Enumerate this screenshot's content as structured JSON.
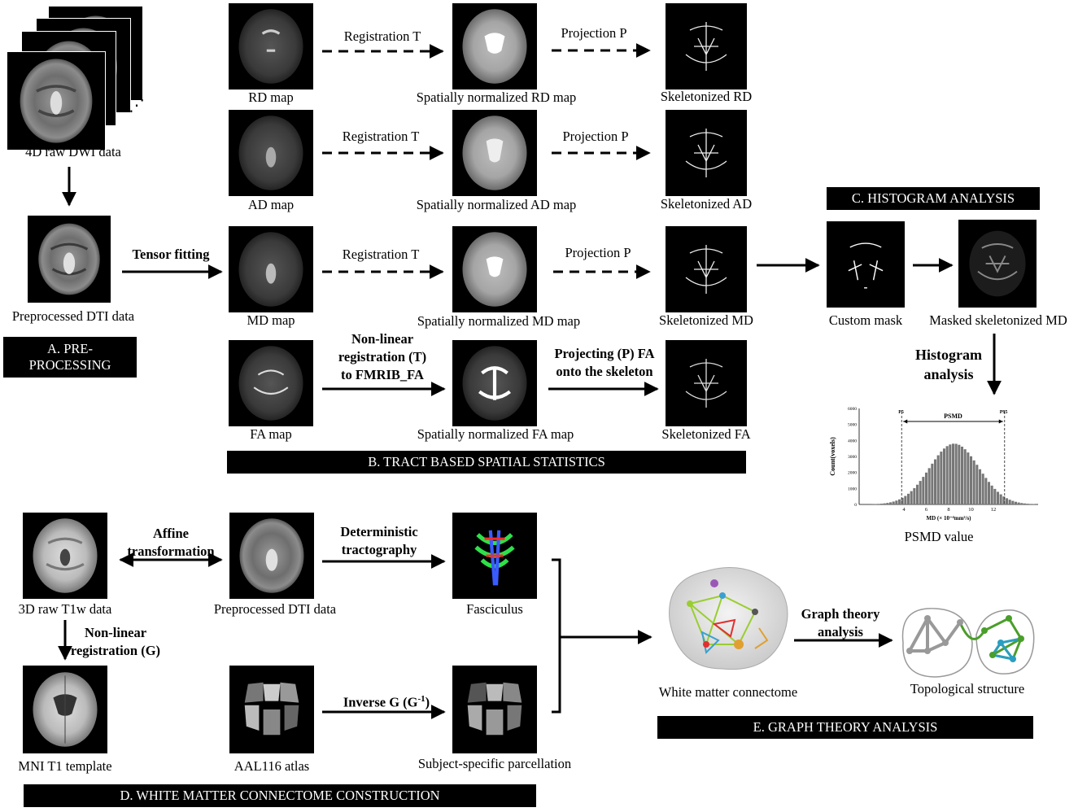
{
  "section_a": {
    "raw_label": "4D raw DWI data",
    "preprocessed_label": "Preprocessed DTI data",
    "band": "A. PRE-\nPROCESSING"
  },
  "tensor_fitting": "Tensor fitting",
  "section_b": {
    "rows": [
      {
        "map": "RD map",
        "reg": "Registration T",
        "normalized": "Spatially normalized RD map",
        "proj": "Projection P",
        "skeleton": "Skeletonized RD"
      },
      {
        "map": "AD map",
        "reg": "Registration T",
        "normalized": "Spatially normalized AD map",
        "proj": "Projection P",
        "skeleton": "Skeletonized AD"
      },
      {
        "map": "MD map",
        "reg": "Registration T",
        "normalized": "Spatially normalized MD map",
        "proj": "Projection P",
        "skeleton": "Skeletonized MD"
      },
      {
        "map": "FA map",
        "reg": "Non-linear\nregistration (T)\nto FMRIB_FA",
        "normalized": "Spatially normalized FA map",
        "proj": "Projecting (P) FA\nonto the skeleton",
        "skeleton": "Skeletonized FA"
      }
    ],
    "band": "B. TRACT BASED SPATIAL STATISTICS"
  },
  "section_c": {
    "band": "C. HISTOGRAM ANALYSIS",
    "mask_label": "Custom mask",
    "masked_label": "Masked skeletonized MD",
    "hist_step": "Histogram\nanalysis",
    "psmd_value": "PSMD value"
  },
  "chart_data": {
    "type": "bar",
    "title": "",
    "xlabel": "MD (× 10⁻⁴mm²/s)",
    "ylabel": "Count(voxels)",
    "ylim": [
      0,
      6000
    ],
    "yticks": [
      "0",
      "1000",
      "2000",
      "3000",
      "4000",
      "5000",
      "6000"
    ],
    "xticks": [
      "4",
      "6",
      "8",
      "10",
      "12"
    ],
    "xlim": [
      0,
      16
    ],
    "distribution": {
      "mean": 8.5,
      "sd": 2.2,
      "peak": 3800
    },
    "annotations": {
      "p5": "P5",
      "p95": "P95",
      "range_label": "PSMD",
      "p5_x": 3.8,
      "p95_x": 13.0
    },
    "grid": false
  },
  "section_d": {
    "band": "D. WHITE MATTER CONNECTOME CONSTRUCTION",
    "t1_label": "3D raw T1w data",
    "affine": "Affine\ntransformation",
    "dti_label": "Preprocessed DTI data",
    "tracto": "Deterministic\ntractography",
    "fasciculus_label": "Fasciculus",
    "nonlinear": "Non-linear\nregistration (G)",
    "mni_label": "MNI T1 template",
    "aal_label": "AAL116 atlas",
    "inverse_prefix": "Inverse G (G",
    "inverse_sup": "-1",
    "inverse_suffix": ")",
    "parcellation_label": "Subject-specific parcellation"
  },
  "section_e": {
    "band": "E. GRAPH THEORY ANALYSIS",
    "connectome_label": "White matter connectome",
    "graph_step": "Graph theory\nanalysis",
    "topology_label": "Topological structure"
  }
}
